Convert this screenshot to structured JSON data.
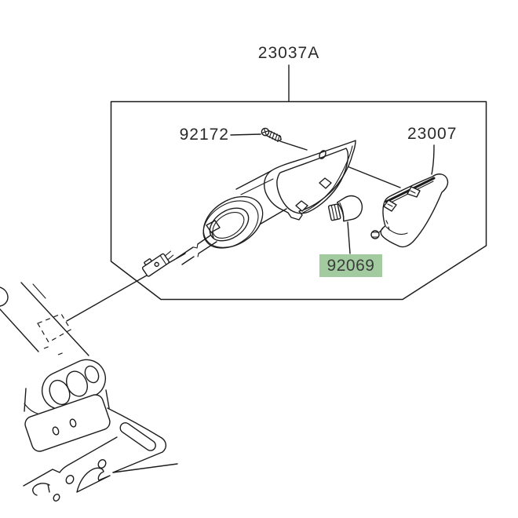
{
  "figure": {
    "kind": "motorcycle-turn-signal-parts-diagram",
    "background": "#ffffff",
    "line_color": "#1c1c1c",
    "text_color": "#2a2a2a",
    "highlight_bg": "#a2cba0",
    "highlight_text": "#3c3c3c"
  },
  "parts": {
    "assembly": {
      "number": "23037A",
      "highlighted": false
    },
    "screw": {
      "number": "92172",
      "highlighted": false
    },
    "lens": {
      "number": "23007",
      "highlighted": false
    },
    "bulb": {
      "number": "92069",
      "highlighted": true
    }
  }
}
